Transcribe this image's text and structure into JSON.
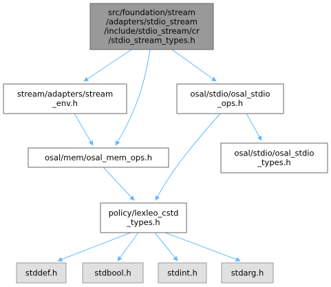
{
  "colors": {
    "root_fill": "#999999",
    "root_stroke": "#666666",
    "node_fill": "#ffffff",
    "node_stroke": "#666666",
    "system_fill": "#e0e0e0",
    "system_stroke": "#999999",
    "edge": "#63b8ff"
  },
  "nodes": {
    "root": {
      "lines": [
        "src/foundation/stream",
        "/adapters/stdio_stream",
        "/include/stdio_stream/cr",
        "/stdio_stream_types.h"
      ]
    },
    "stream_env": {
      "lines": [
        "stream/adapters/stream",
        "_env.h"
      ]
    },
    "osal_stdio_ops": {
      "lines": [
        "osal/stdio/osal_stdio",
        "_ops.h"
      ]
    },
    "osal_mem_ops": {
      "lines": [
        "osal/mem/osal_mem_ops.h"
      ]
    },
    "osal_stdio_types": {
      "lines": [
        "osal/stdio/osal_stdio",
        "_types.h"
      ]
    },
    "lexleo_cstd_types": {
      "lines": [
        "policy/lexleo_cstd",
        "_types.h"
      ]
    },
    "stddef": {
      "lines": [
        "stddef.h"
      ]
    },
    "stdbool": {
      "lines": [
        "stdbool.h"
      ]
    },
    "stdint": {
      "lines": [
        "stdint.h"
      ]
    },
    "stdarg": {
      "lines": [
        "stdarg.h"
      ]
    }
  }
}
